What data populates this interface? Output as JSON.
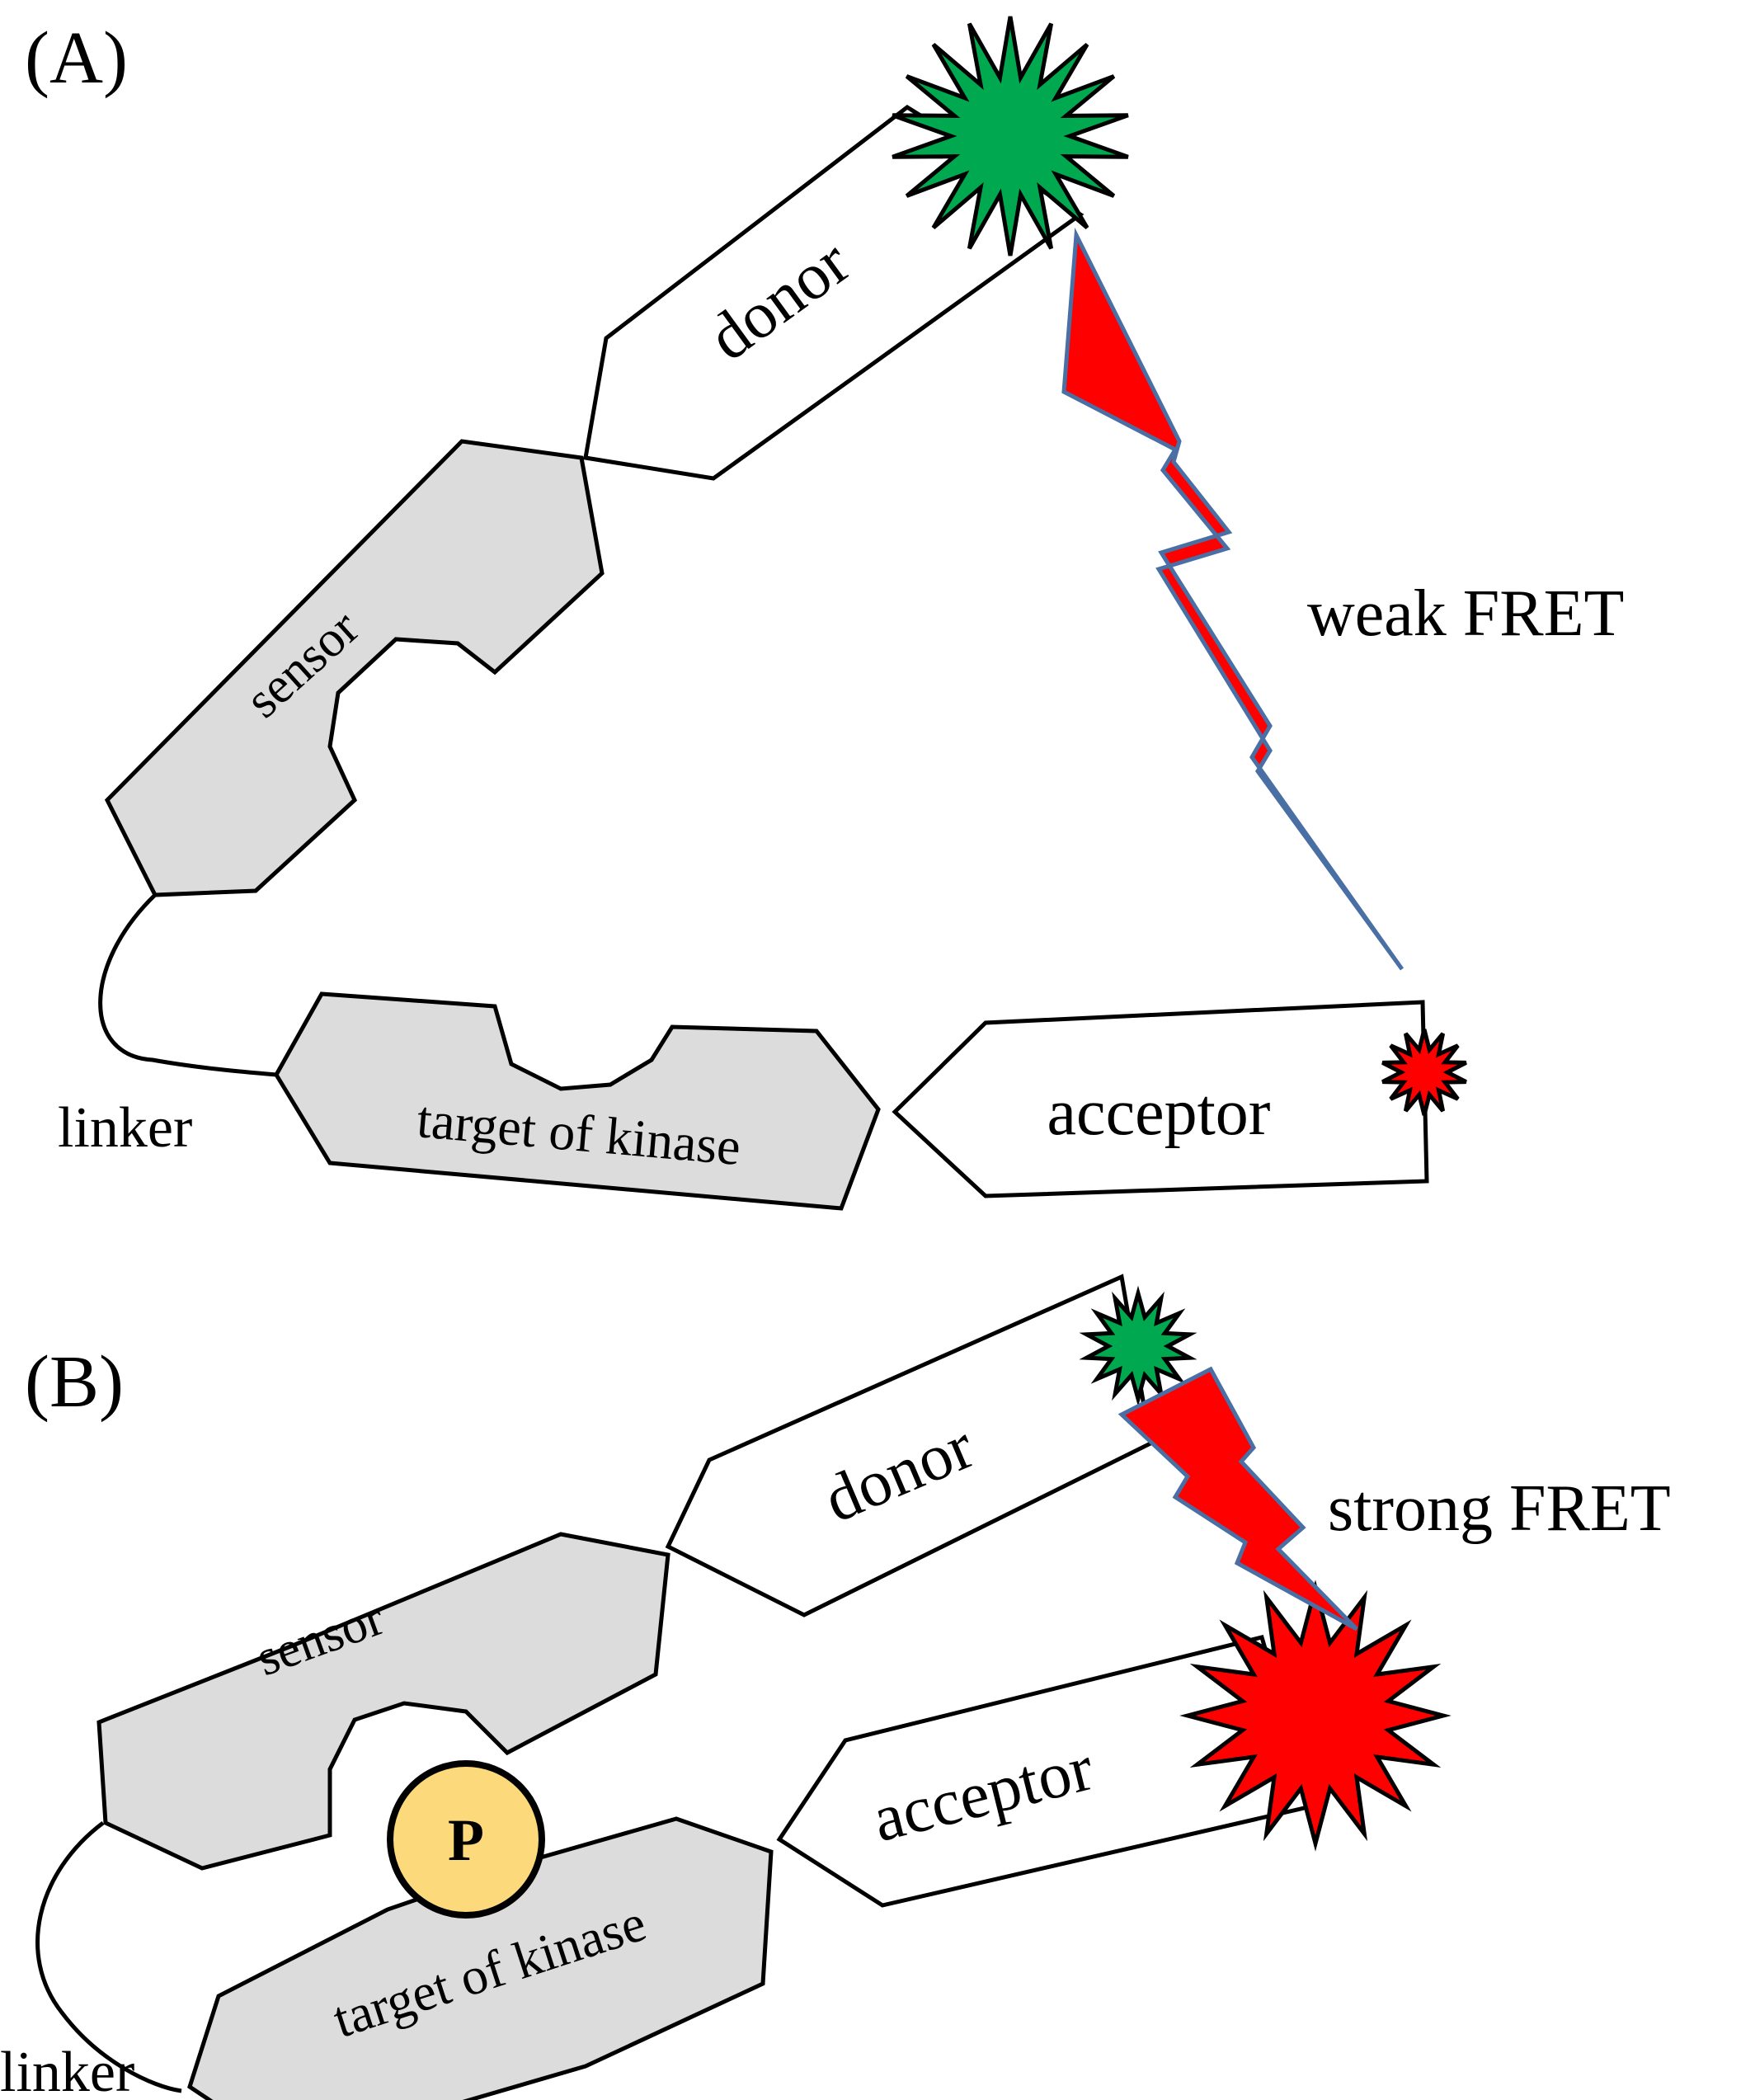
{
  "panels": {
    "a": {
      "label": "(A)",
      "donor": "donor",
      "sensor": "sensor",
      "target": "target of kinase",
      "acceptor": "acceptor",
      "linker": "linker",
      "fret": "weak FRET"
    },
    "b": {
      "label": "(B)",
      "donor": "donor",
      "sensor": "sensor",
      "target": "target of kinase",
      "acceptor": "acceptor",
      "linker": "linker",
      "fret": "strong FRET",
      "phospho": "P"
    }
  },
  "colors": {
    "donor_fluorophore": "#00a94f",
    "acceptor_fluorophore": "#ff0000",
    "fret_bolt": "#ff0000",
    "fret_bolt_outline": "#4a6fa5",
    "domain_fill": "#dcdcdc",
    "phosphate": "#fcd97a"
  }
}
